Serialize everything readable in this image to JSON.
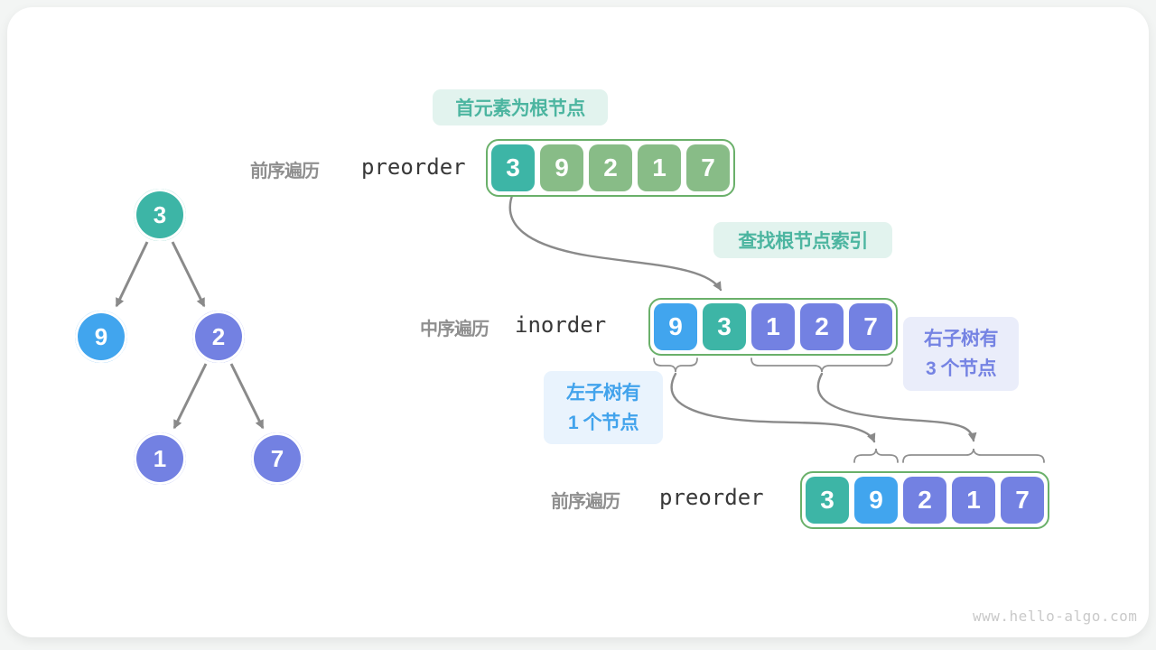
{
  "palette": {
    "teal": "#3db5a6",
    "green": "#88bc87",
    "green_border": "#6ab06a",
    "blue": "#41a5ee",
    "purple": "#7381e2",
    "teal_text": "#4cb5a0",
    "mint_bg": "#e2f3ee",
    "blue_text": "#42a3ec",
    "blue_bg": "#e9f3fd",
    "purple_text": "#7583e3",
    "purple_bg": "#eaedfa",
    "label_grey": "#8f8f8f",
    "code_dark": "#383838",
    "arrow_grey": "#8a8a8a",
    "brace_grey": "#909090",
    "watermark": "#c9c9c9"
  },
  "badges": {
    "root": "首元素为根节点",
    "find": "查找根节点索引",
    "left_line1": "左子树有",
    "left_line2": "1 个节点",
    "right_line1": "右子树有",
    "right_line2": "3 个节点"
  },
  "rows": {
    "top": {
      "zh": "前序遍历",
      "en": "preorder",
      "cells": [
        {
          "value": "3",
          "color": "teal"
        },
        {
          "value": "9",
          "color": "green"
        },
        {
          "value": "2",
          "color": "green"
        },
        {
          "value": "1",
          "color": "green"
        },
        {
          "value": "7",
          "color": "green"
        }
      ]
    },
    "middle": {
      "zh": "中序遍历",
      "en": "inorder",
      "cells": [
        {
          "value": "9",
          "color": "blue"
        },
        {
          "value": "3",
          "color": "teal"
        },
        {
          "value": "1",
          "color": "purple"
        },
        {
          "value": "2",
          "color": "purple"
        },
        {
          "value": "7",
          "color": "purple"
        }
      ]
    },
    "bottom": {
      "zh": "前序遍历",
      "en": "preorder",
      "cells": [
        {
          "value": "3",
          "color": "teal"
        },
        {
          "value": "9",
          "color": "blue"
        },
        {
          "value": "2",
          "color": "purple"
        },
        {
          "value": "1",
          "color": "purple"
        },
        {
          "value": "7",
          "color": "purple"
        }
      ]
    }
  },
  "tree": {
    "nodes": [
      {
        "value": "3",
        "color": "teal"
      },
      {
        "value": "9",
        "color": "blue"
      },
      {
        "value": "2",
        "color": "purple"
      },
      {
        "value": "1",
        "color": "purple"
      },
      {
        "value": "7",
        "color": "purple"
      }
    ]
  },
  "watermark": "www.hello-algo.com"
}
